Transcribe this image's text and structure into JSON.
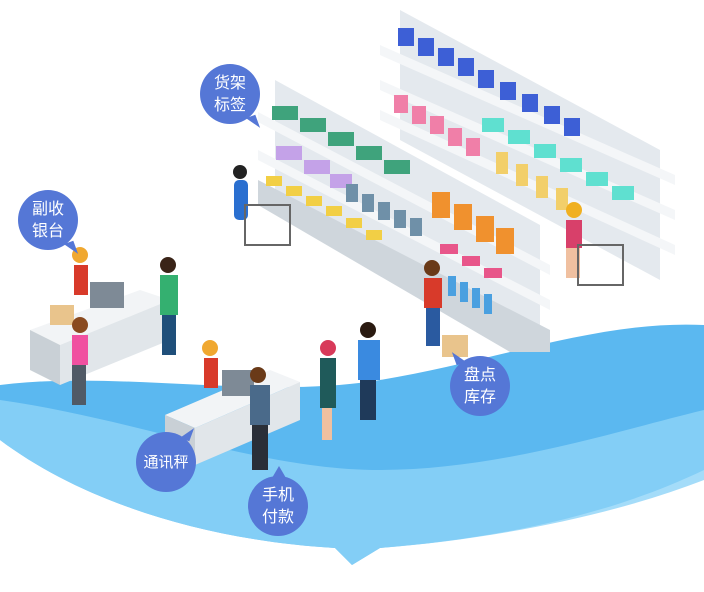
{
  "labels": {
    "shelf_label": [
      "货架",
      "标签"
    ],
    "sub_checkout": [
      "副收",
      "银台"
    ],
    "scale": "通讯秤",
    "mobile_pay": [
      "手机",
      "付款"
    ],
    "inventory": [
      "盘点",
      "库存"
    ]
  },
  "colors": {
    "bubble": "#5577d6",
    "wave_dark": "#5bb8f0",
    "wave_light": "#8dd3f7",
    "shelf": "#dfe5ea"
  }
}
